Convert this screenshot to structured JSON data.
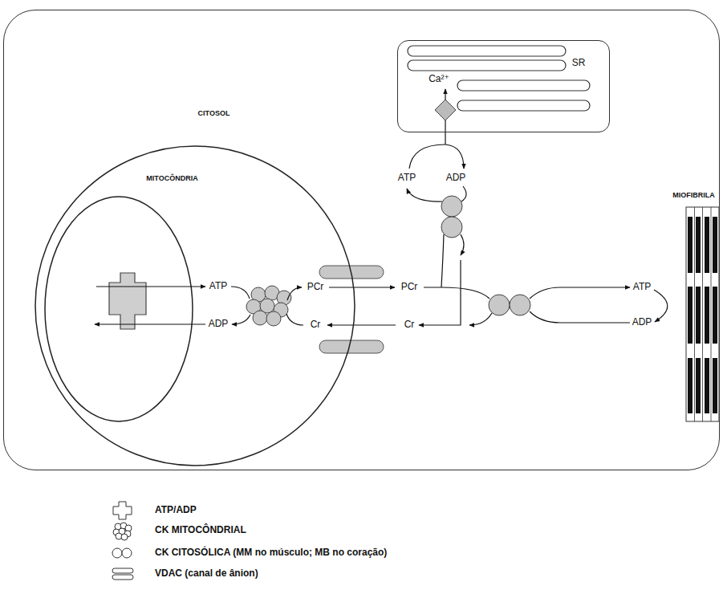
{
  "diagram": {
    "nodes": [
      {
        "text": [
          "CITOSOL"
        ]
      },
      {
        "text": [
          "SR",
          "Ca²⁺"
        ],
        "in": 0
      },
      {
        "text": [
          "MITOCÔNDRIA"
        ],
        "in": 0
      },
      {
        "text": [
          "MIOFIBRILA"
        ],
        "in": 0
      }
    ],
    "labels": [
      "ATP",
      "ADP",
      "PCr",
      "Cr",
      "ATP",
      "ADP",
      "PCr",
      "Cr",
      "ATP",
      "ADP"
    ],
    "legend": [
      {
        "text": "ATP/ADP"
      },
      {
        "text": "CK MITOCÔNDRIAL"
      },
      {
        "text": "CK CITOSÓLICA (MM no músculo; MB no coração)"
      },
      {
        "text": "VDAC (canal de ânion)"
      }
    ]
  }
}
